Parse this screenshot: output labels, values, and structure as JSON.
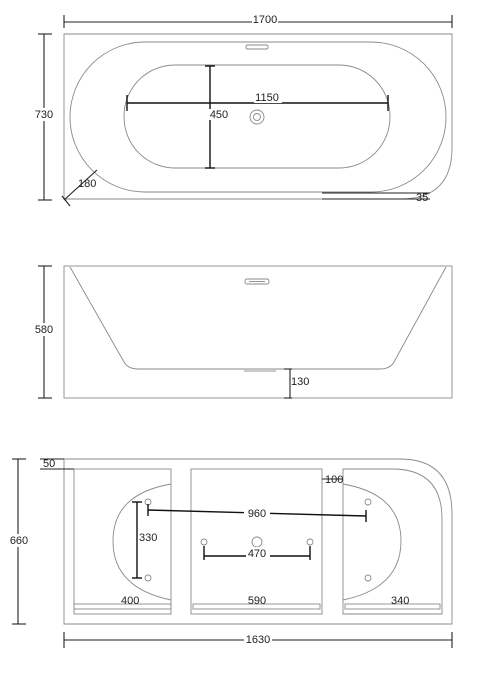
{
  "top_view": {
    "length": "1700",
    "width": "730",
    "inner_length": "1150",
    "inner_width": "450",
    "corner_offset": "180",
    "edge_offset": "35"
  },
  "side_view": {
    "height": "580",
    "drain_height": "130"
  },
  "base_view": {
    "wall_offset": "50",
    "corner_gap": "100",
    "foot_span": "960",
    "left_foot_height": "330",
    "center_foot_span": "470",
    "left_panel": "400",
    "center_panel": "590",
    "right_panel": "340",
    "base_height": "660",
    "base_length": "1630"
  }
}
